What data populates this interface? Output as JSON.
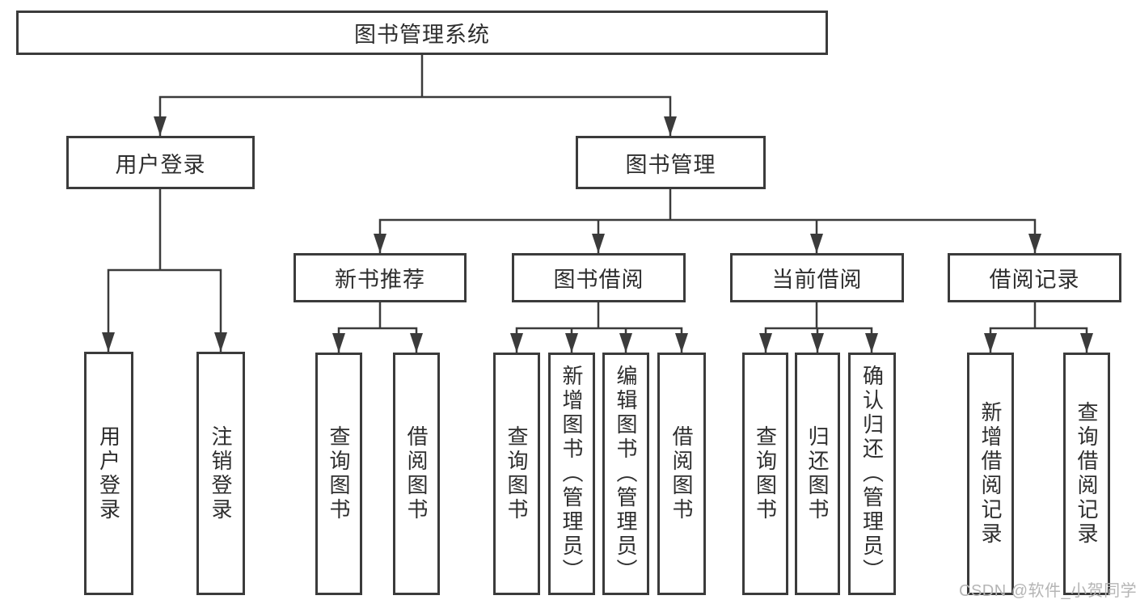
{
  "diagram": {
    "type": "hierarchy-tree",
    "title": "图书管理系统",
    "line_color": "#3b3b3b",
    "root": {
      "label": "图书管理系统"
    },
    "level1": [
      {
        "label": "用户登录"
      },
      {
        "label": "图书管理"
      }
    ],
    "level2": [
      {
        "label": "新书推荐",
        "parent": "图书管理"
      },
      {
        "label": "图书借阅",
        "parent": "图书管理"
      },
      {
        "label": "当前借阅",
        "parent": "图书管理"
      },
      {
        "label": "借阅记录",
        "parent": "图书管理"
      }
    ],
    "leaves": {
      "user_login": [
        {
          "label": "用户登录"
        },
        {
          "label": "注销登录"
        }
      ],
      "new_books": [
        {
          "label": "查询图书"
        },
        {
          "label": "借阅图书"
        }
      ],
      "borrowing": [
        {
          "label": "查询图书"
        },
        {
          "label": "新增图书（管理员）"
        },
        {
          "label": "编辑图书（管理员）"
        },
        {
          "label": "借阅图书"
        }
      ],
      "current": [
        {
          "label": "查询图书"
        },
        {
          "label": "归还图书"
        },
        {
          "label": "确认归还（管理员）"
        }
      ],
      "records": [
        {
          "label": "新增借阅记录"
        },
        {
          "label": "查询借阅记录"
        }
      ]
    }
  },
  "watermark": {
    "text": "CSDN @软件_小贺同学",
    "color": "#b5b5b5"
  }
}
